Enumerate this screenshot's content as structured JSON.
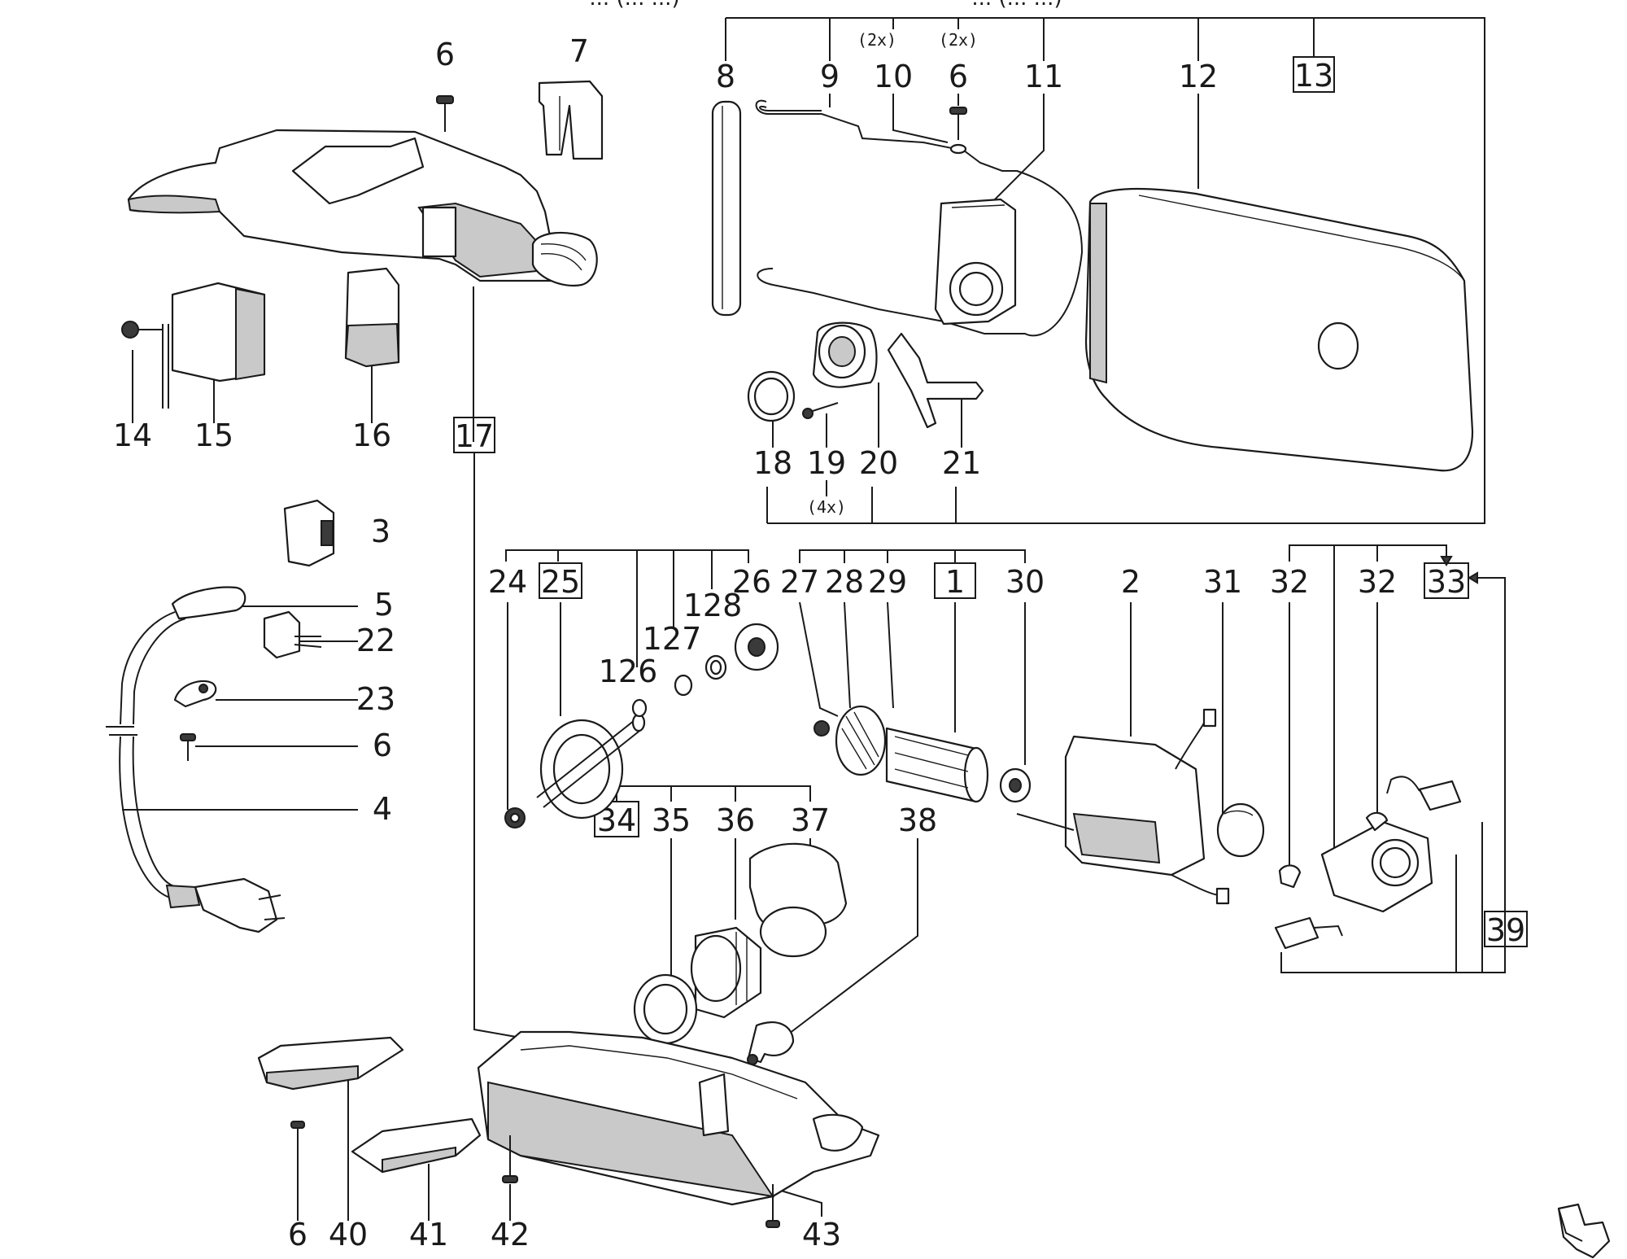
{
  "header": {
    "left": "... (... ...)",
    "right": "... (... ...)"
  },
  "labels": {
    "l1": "1",
    "l2": "2",
    "l3": "3",
    "l4": "4",
    "l5": "5",
    "l6": "6",
    "l7": "7",
    "l8": "8",
    "l9": "9",
    "l10": "10",
    "l11": "11",
    "l12": "12",
    "l13": "13",
    "l14": "14",
    "l15": "15",
    "l16": "16",
    "l17": "17",
    "l18": "18",
    "l19": "19",
    "l20": "20",
    "l21": "21",
    "l22": "22",
    "l23": "23",
    "l24": "24",
    "l25": "25",
    "l26": "26",
    "l27": "27",
    "l28": "28",
    "l29": "29",
    "l30": "30",
    "l31": "31",
    "l32": "32",
    "l33": "33",
    "l34": "34",
    "l35": "35",
    "l36": "36",
    "l37": "37",
    "l38": "38",
    "l39": "39",
    "l40": "40",
    "l41": "41",
    "l42": "42",
    "l43": "43",
    "l126": "126",
    "l127": "127",
    "l128": "128"
  },
  "quantities": {
    "q10": "(2x)",
    "q6": "(2x)",
    "q19": "(4x)"
  },
  "icons": {
    "page_turn": "next-page-arrow-icon"
  }
}
